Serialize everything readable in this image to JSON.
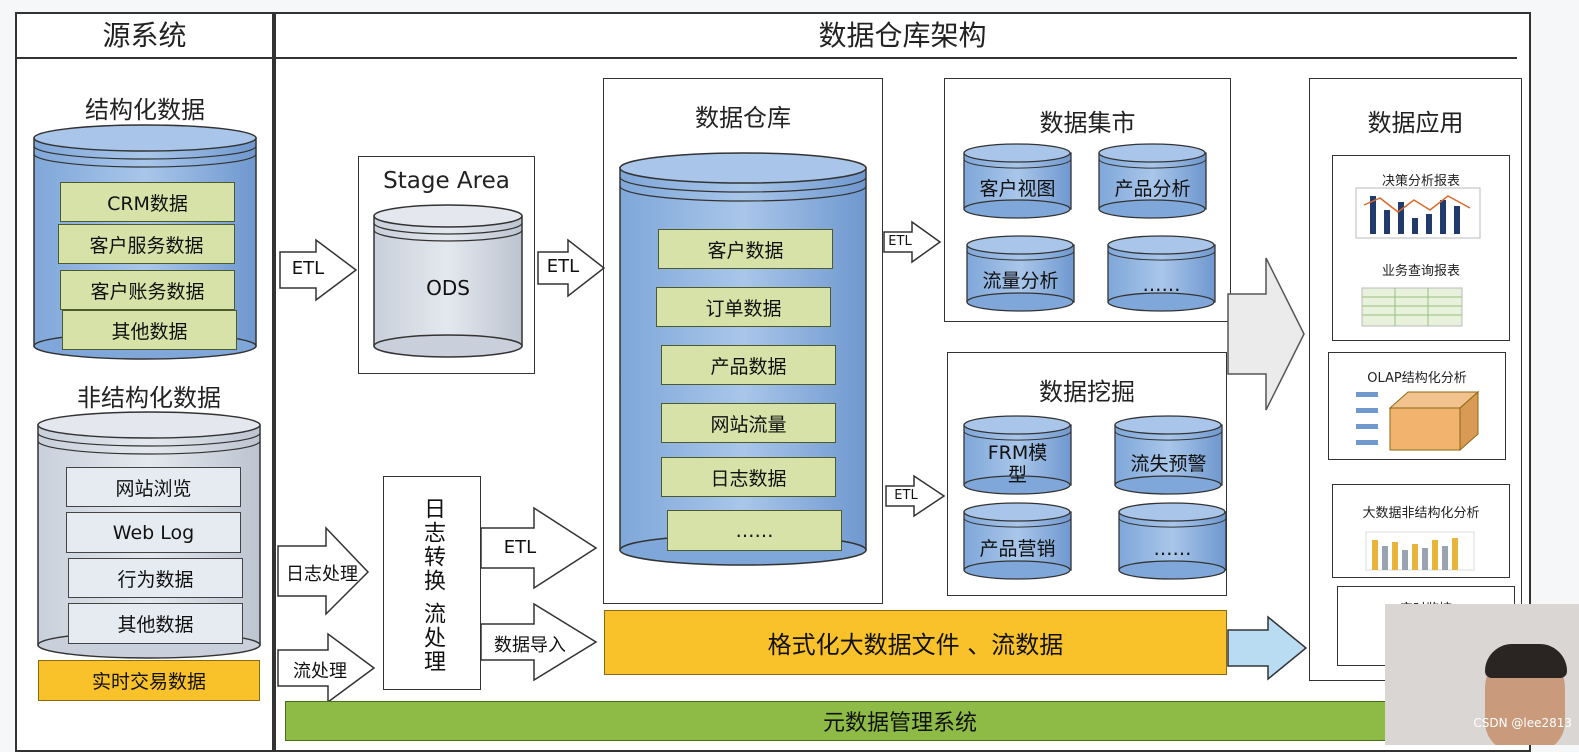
{
  "headers": {
    "source": "源系统",
    "architecture": "数据仓库架构"
  },
  "structured": {
    "title": "结构化数据",
    "items": [
      "CRM数据",
      "客户服务数据",
      "客户账务数据",
      "其他数据"
    ]
  },
  "unstructured": {
    "title": "非结构化数据",
    "items": [
      "网站浏览",
      "Web Log",
      "行为数据",
      "其他数据"
    ]
  },
  "realtime": "实时交易数据",
  "stage": {
    "title": "Stage Area",
    "ods": "ODS"
  },
  "etl": "ETL",
  "warehouse": {
    "title": "数据仓库",
    "items": [
      "客户数据",
      "订单数据",
      "产品数据",
      "网站流量",
      "日志数据",
      "……"
    ]
  },
  "mart": {
    "title": "数据集市",
    "items": [
      "客户视图",
      "产品分析",
      "流量分析",
      "……"
    ]
  },
  "mining": {
    "title": "数据挖掘",
    "items": [
      "FRM模\n型",
      "流失预警",
      "产品营销",
      "……"
    ]
  },
  "application": {
    "title": "数据应用",
    "cards": [
      "决策分析报表",
      "业务查询报表",
      "OLAP结构化分析",
      "大数据非结构化分析",
      "实时监控"
    ]
  },
  "log_process": "日志处理",
  "stream_process": "流处理",
  "log_convert": "日志转换 流处理",
  "data_import": "数据导入",
  "big_data": "格式化大数据文件 、流数据",
  "metadata": "元数据管理系统",
  "watermark": "CSDN @lee2813"
}
